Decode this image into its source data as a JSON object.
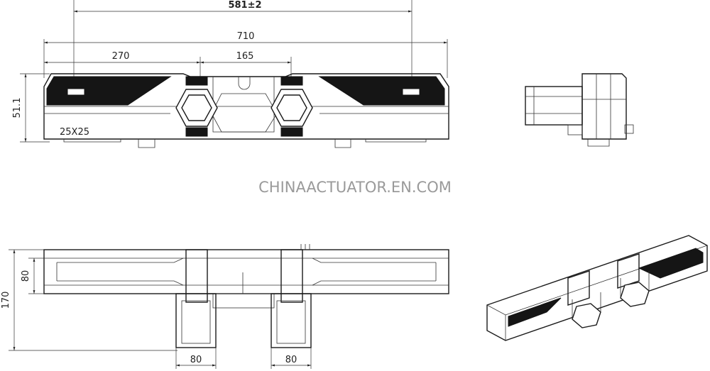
{
  "dimensions": {
    "top_overall": "581±2",
    "total_length": "710",
    "left_offset": "270",
    "middle_span": "165",
    "height": "51.1",
    "tube_section": "25X25",
    "plan_width_inner": "80",
    "plan_width_total": "170",
    "leg_width_left": "80",
    "leg_width_right": "80"
  },
  "watermark": "CHINAACTUATOR.EN.COM",
  "colors": {
    "line": "#1a1a1a",
    "fill_dark": "#151515",
    "watermark": "#9a9a9a"
  }
}
